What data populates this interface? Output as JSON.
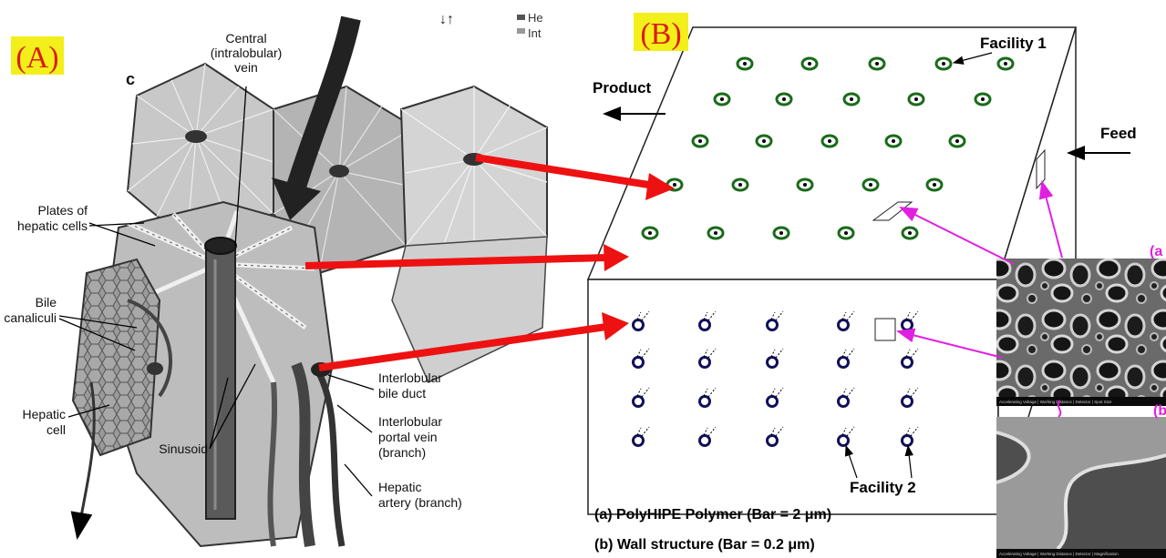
{
  "panel_a": {
    "badge": "(A)",
    "figure_letter": "c",
    "legend_partial": [
      "He",
      "Int"
    ],
    "labels": {
      "central_vein": [
        "Central",
        "(intralobular)",
        "vein"
      ],
      "plates": [
        "Plates of",
        "hepatic cells"
      ],
      "bile_canaliculi": [
        "Bile",
        "canaliculi"
      ],
      "hepatic_cell": [
        "Hepatic",
        "cell"
      ],
      "sinusoid": "Sinusoid",
      "bile_duct": [
        "Interlobular",
        "bile duct"
      ],
      "portal_vein": [
        "Interlobular",
        "portal vein",
        "(branch)"
      ],
      "hepatic_artery": [
        "Hepatic",
        "artery (branch)"
      ]
    }
  },
  "panel_b": {
    "badge": "(B)",
    "facility_1": "Facility 1",
    "facility_2": "Facility 2",
    "product": "Product",
    "feed": "Feed",
    "caption_a": "(a) PolyHIPE Polymer (Bar = 2 μm)",
    "caption_b": "(b) Wall structure (Bar = 0.2 μm)",
    "micro_a_label": "(a",
    "micro_b_label": "(b",
    "sem_databar": "Accelerating Voltage | Working Distance | Detector | Spot Size",
    "sem_databar_b": "Accelerating Voltage | Working Distance | Detector | Magnification"
  },
  "colors": {
    "badge_bg": "#f2ef1a",
    "badge_text": "#d91c12",
    "connector_red": "#ee1111",
    "magenta": "#e020e0",
    "facility1_green": "#1a6b1a",
    "facility2_navy": "#10105a"
  }
}
